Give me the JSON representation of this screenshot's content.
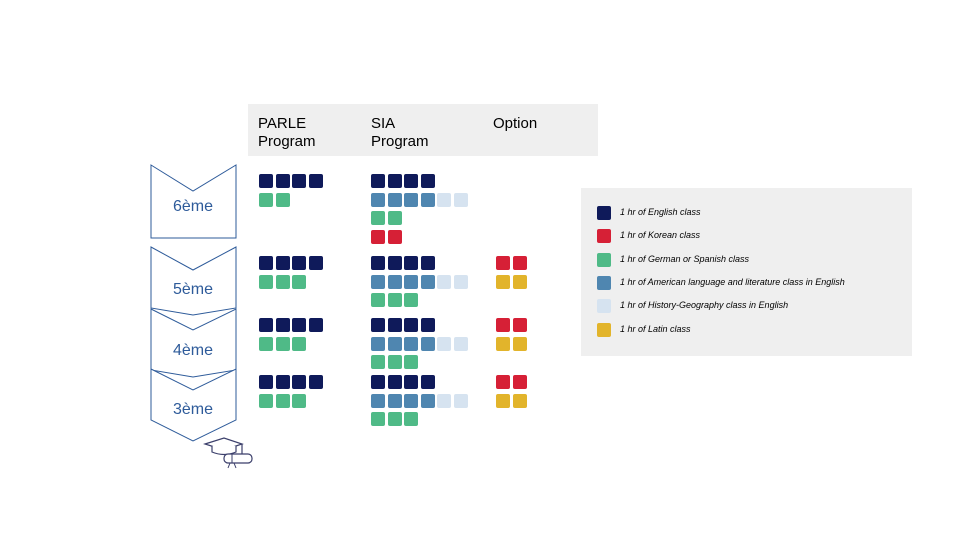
{
  "headers": {
    "parle": "PARLE\nProgram",
    "sia": "SIA\nProgram",
    "option": "Option"
  },
  "grades": [
    "6ème",
    "5ème",
    "4ème",
    "3ème"
  ],
  "colors": {
    "english": "#0f1a5a",
    "korean": "#d62036",
    "german_spanish": "#4fba87",
    "american_lit": "#4f86b0",
    "history_geo": "#d6e3f0",
    "latin": "#e2b42b"
  },
  "legend": [
    {
      "key": "english",
      "label": "1 hr of English class"
    },
    {
      "key": "korean",
      "label": "1 hr of Korean class"
    },
    {
      "key": "german_spanish",
      "label": "1 hr of German or Spanish class"
    },
    {
      "key": "american_lit",
      "label": "1 hr of American language and literature class in English"
    },
    {
      "key": "history_geo",
      "label": "1 hr of History-Geography class in English"
    },
    {
      "key": "latin",
      "label": "1 hr of Latin class"
    }
  ],
  "rows": [
    {
      "grade": "6ème",
      "parle": [
        [
          "english",
          4
        ],
        [
          "german_spanish",
          2
        ]
      ],
      "sia": [
        [
          "english",
          4
        ],
        [
          "american_lit",
          4,
          "history_geo",
          2
        ],
        [
          "german_spanish",
          2
        ],
        [
          "korean",
          2
        ]
      ],
      "option": []
    },
    {
      "grade": "5ème",
      "parle": [
        [
          "english",
          4
        ],
        [
          "german_spanish",
          3
        ]
      ],
      "sia": [
        [
          "english",
          4
        ],
        [
          "american_lit",
          4,
          "history_geo",
          2
        ],
        [
          "german_spanish",
          3
        ]
      ],
      "option": [
        [
          "korean",
          2
        ],
        [
          "latin",
          2
        ]
      ]
    },
    {
      "grade": "4ème",
      "parle": [
        [
          "english",
          4
        ],
        [
          "german_spanish",
          3
        ]
      ],
      "sia": [
        [
          "english",
          4
        ],
        [
          "american_lit",
          4,
          "history_geo",
          2
        ],
        [
          "german_spanish",
          3
        ]
      ],
      "option": [
        [
          "korean",
          2
        ],
        [
          "latin",
          2
        ]
      ]
    },
    {
      "grade": "3ème",
      "parle": [
        [
          "english",
          4
        ],
        [
          "german_spanish",
          3
        ]
      ],
      "sia": [
        [
          "english",
          4
        ],
        [
          "american_lit",
          4,
          "history_geo",
          2
        ],
        [
          "german_spanish",
          3
        ]
      ],
      "option": [
        [
          "korean",
          2
        ],
        [
          "latin",
          2
        ]
      ]
    }
  ]
}
